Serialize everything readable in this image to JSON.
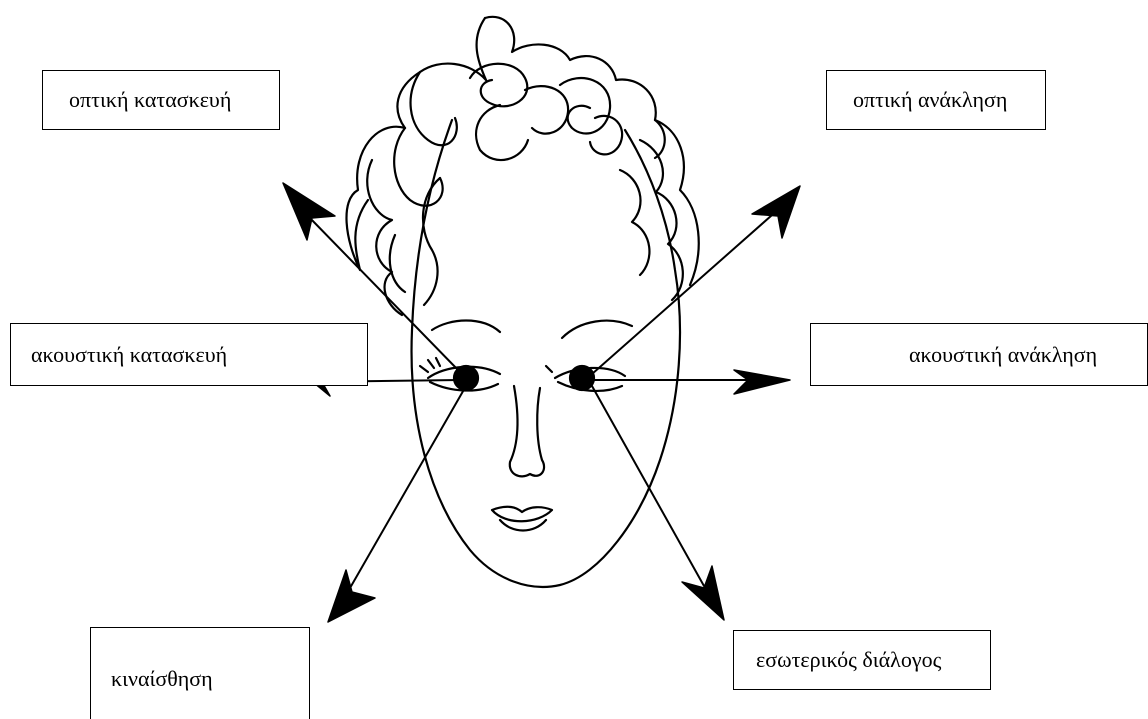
{
  "labels": {
    "visual_constructed": "οπτική κατασκευή",
    "visual_remembered": "οπτική ανάκληση",
    "auditory_constructed": "ακουστική κατασκευή",
    "auditory_remembered": "ακουστική ανάκληση",
    "kinesthetic": "κιναίσθηση",
    "internal_dialogue": "εσωτερικός διάλογος"
  },
  "colors": {
    "ink": "#000000",
    "background": "#ffffff"
  }
}
